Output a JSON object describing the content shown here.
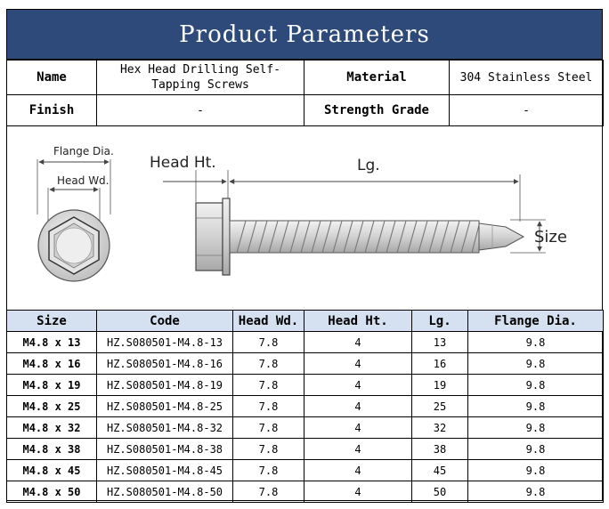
{
  "title": "Product Parameters",
  "info": {
    "name_label": "Name",
    "name_value": "Hex Head Drilling Self-Tapping Screws",
    "material_label": "Material",
    "material_value": "304 Stainless Steel",
    "finish_label": "Finish",
    "finish_value": "-",
    "strength_label": "Strength Grade",
    "strength_value": "-"
  },
  "diagram": {
    "flange_dia": "Flange Dia.",
    "head_wd": "Head Wd.",
    "head_ht": "Head Ht.",
    "lg": "Lg.",
    "size": "Size"
  },
  "table": {
    "headers": [
      "Size",
      "Code",
      "Head Wd.",
      "Head Ht.",
      "Lg.",
      "Flange Dia."
    ],
    "rows": [
      [
        "M4.8 x 13",
        "HZ.S080501-M4.8-13",
        "7.8",
        "4",
        "13",
        "9.8"
      ],
      [
        "M4.8 x 16",
        "HZ.S080501-M4.8-16",
        "7.8",
        "4",
        "16",
        "9.8"
      ],
      [
        "M4.8 x 19",
        "HZ.S080501-M4.8-19",
        "7.8",
        "4",
        "19",
        "9.8"
      ],
      [
        "M4.8 x 25",
        "HZ.S080501-M4.8-25",
        "7.8",
        "4",
        "25",
        "9.8"
      ],
      [
        "M4.8 x 32",
        "HZ.S080501-M4.8-32",
        "7.8",
        "4",
        "32",
        "9.8"
      ],
      [
        "M4.8 x 38",
        "HZ.S080501-M4.8-38",
        "7.8",
        "4",
        "38",
        "9.8"
      ],
      [
        "M4.8 x 45",
        "HZ.S080501-M4.8-45",
        "7.8",
        "4",
        "45",
        "9.8"
      ],
      [
        "M4.8 x 50",
        "HZ.S080501-M4.8-50",
        "7.8",
        "4",
        "50",
        "9.8"
      ]
    ]
  },
  "colors": {
    "title_bg": "#2e4a7a",
    "header_bg": "#d5e0f0"
  },
  "icons": [
    "hex-head-top-view-icon",
    "screw-side-view-icon"
  ]
}
